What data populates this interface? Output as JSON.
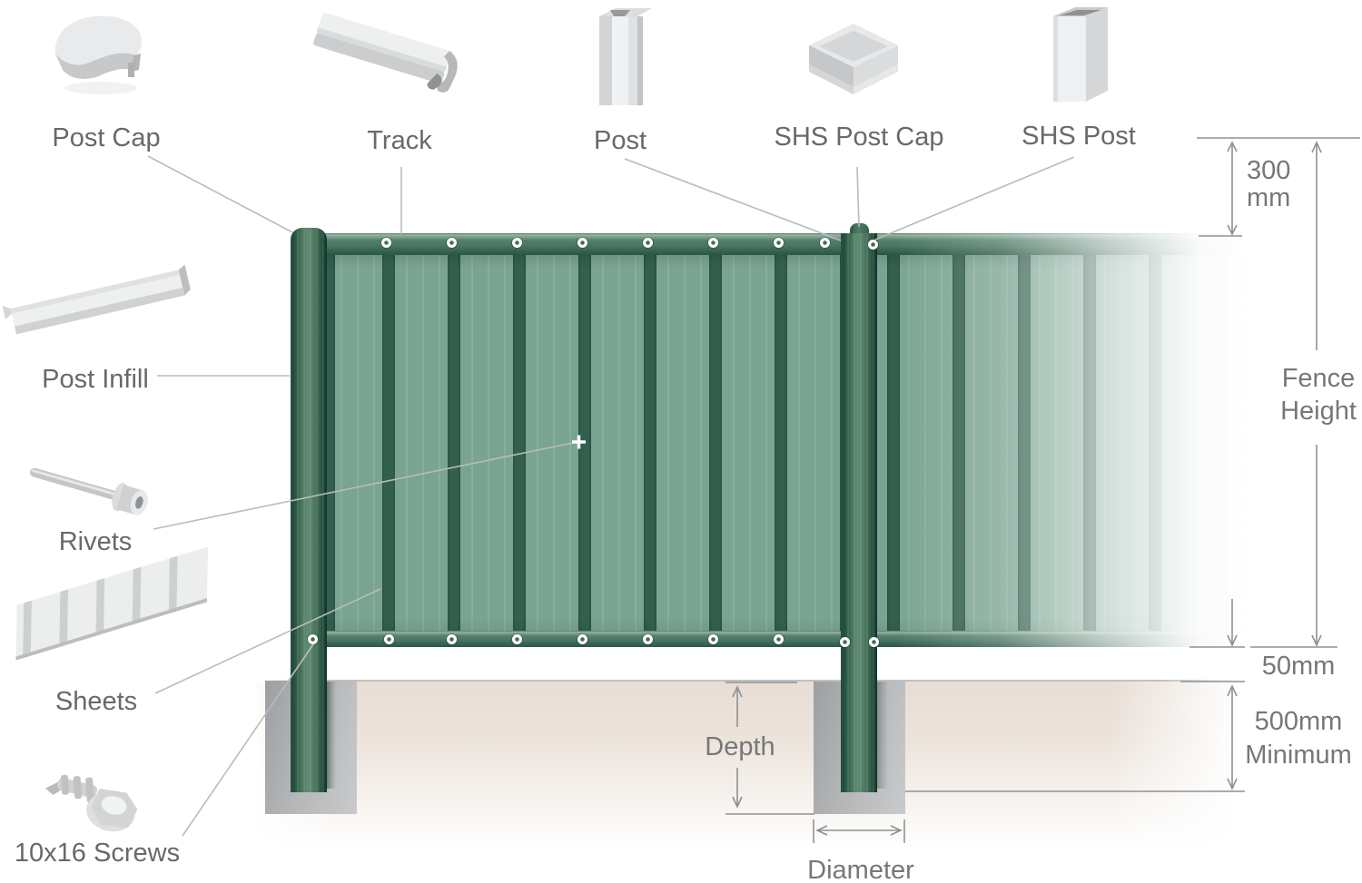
{
  "components": [
    {
      "label": "Post Cap",
      "icon": "post-cap-icon"
    },
    {
      "label": "Track",
      "icon": "track-icon"
    },
    {
      "label": "Post",
      "icon": "post-icon"
    },
    {
      "label": "SHS Post Cap",
      "icon": "shs-post-cap-icon"
    },
    {
      "label": "SHS Post",
      "icon": "shs-post-icon"
    },
    {
      "label": "Post Infill",
      "icon": "post-infill-icon"
    },
    {
      "label": "Rivets",
      "icon": "rivet-icon"
    },
    {
      "label": "Sheets",
      "icon": "sheet-icon"
    },
    {
      "label": "10x16 Screws",
      "icon": "screw-icon"
    }
  ],
  "dimensions": {
    "top_extension_value": "300",
    "top_extension_unit": "mm",
    "fence_height": "Fence Height",
    "ground_clearance": "50mm",
    "embedment_value": "500mm",
    "embedment_qualifier": "Minimum",
    "footing_depth": "Depth",
    "footing_diameter": "Diameter"
  },
  "colors": {
    "panel_green": "#7aa492",
    "rib_green": "#2f5d4b",
    "rail_green_light": "#7ca38e",
    "rail_green_dark": "#335f4d",
    "post_green_dark": "#16392e",
    "post_green_light": "#618c74",
    "footing_grey": "#b3b5b7",
    "ground_beige": "#e8ddd4",
    "dimension_line_grey": "#8e9193",
    "leader_line_grey": "#b9bbbc",
    "label_text_grey": "#67696b",
    "dimension_text_grey": "#75787a",
    "component_icon_grey": "#d9dadb"
  }
}
